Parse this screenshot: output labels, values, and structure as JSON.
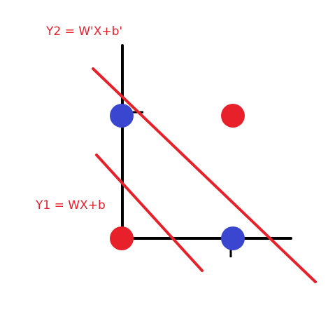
{
  "labels": {
    "y2": "Y2 = W'X+b'",
    "y1": "Y1 = WX+b"
  },
  "colors": {
    "axis": "#000000",
    "line": "#e8202a",
    "label": "#e8202a",
    "class_red": "#e8202a",
    "class_blue": "#3a45d0"
  },
  "points": [
    {
      "x": 0,
      "y": 0,
      "class": "red"
    },
    {
      "x": 1,
      "y": 1,
      "class": "red"
    },
    {
      "x": 0,
      "y": 1,
      "class": "blue"
    },
    {
      "x": 1,
      "y": 0,
      "class": "blue"
    }
  ]
}
